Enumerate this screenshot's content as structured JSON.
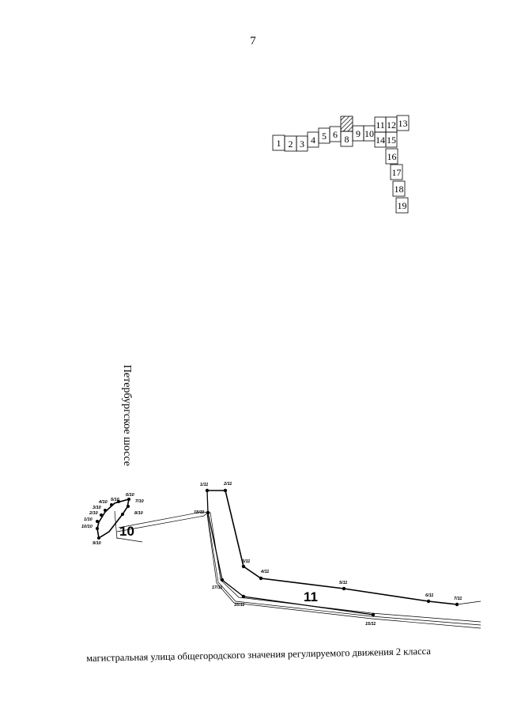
{
  "page": {
    "number": "7"
  },
  "index_grid": {
    "sheets": [
      "1",
      "2",
      "3",
      "4",
      "5",
      "6",
      "7",
      "8",
      "9",
      "10",
      "11",
      "12",
      "13",
      "14",
      "15",
      "16",
      "17",
      "18",
      "19"
    ],
    "highlighted_sheet": "7"
  },
  "labels": {
    "street": "Петербургское шоссе",
    "caption": "магистральная улица общегородского значения регулируемого движения 2 класса"
  },
  "areas": {
    "area_10": "10",
    "area_11": "11"
  },
  "points": {
    "p1_10": "1/10",
    "p2_10": "2/10",
    "p3_10": "3/10",
    "p4_10": "4/10",
    "p5_10": "5/10",
    "p6_10": "6/10",
    "p7_10": "7/10",
    "p8_10": "8/10",
    "p9_10": "9/10",
    "p10_10": "10/10",
    "p1_11": "1/11",
    "p2_11": "2/11",
    "p3_11": "3/11",
    "p4_11": "4/11",
    "p5_11": "5/11",
    "p6_11": "6/11",
    "p7_11": "7/11",
    "p15_11": "15/11",
    "p16_11": "16/11",
    "p17_11": "17/11",
    "p18_11": "18/11"
  }
}
